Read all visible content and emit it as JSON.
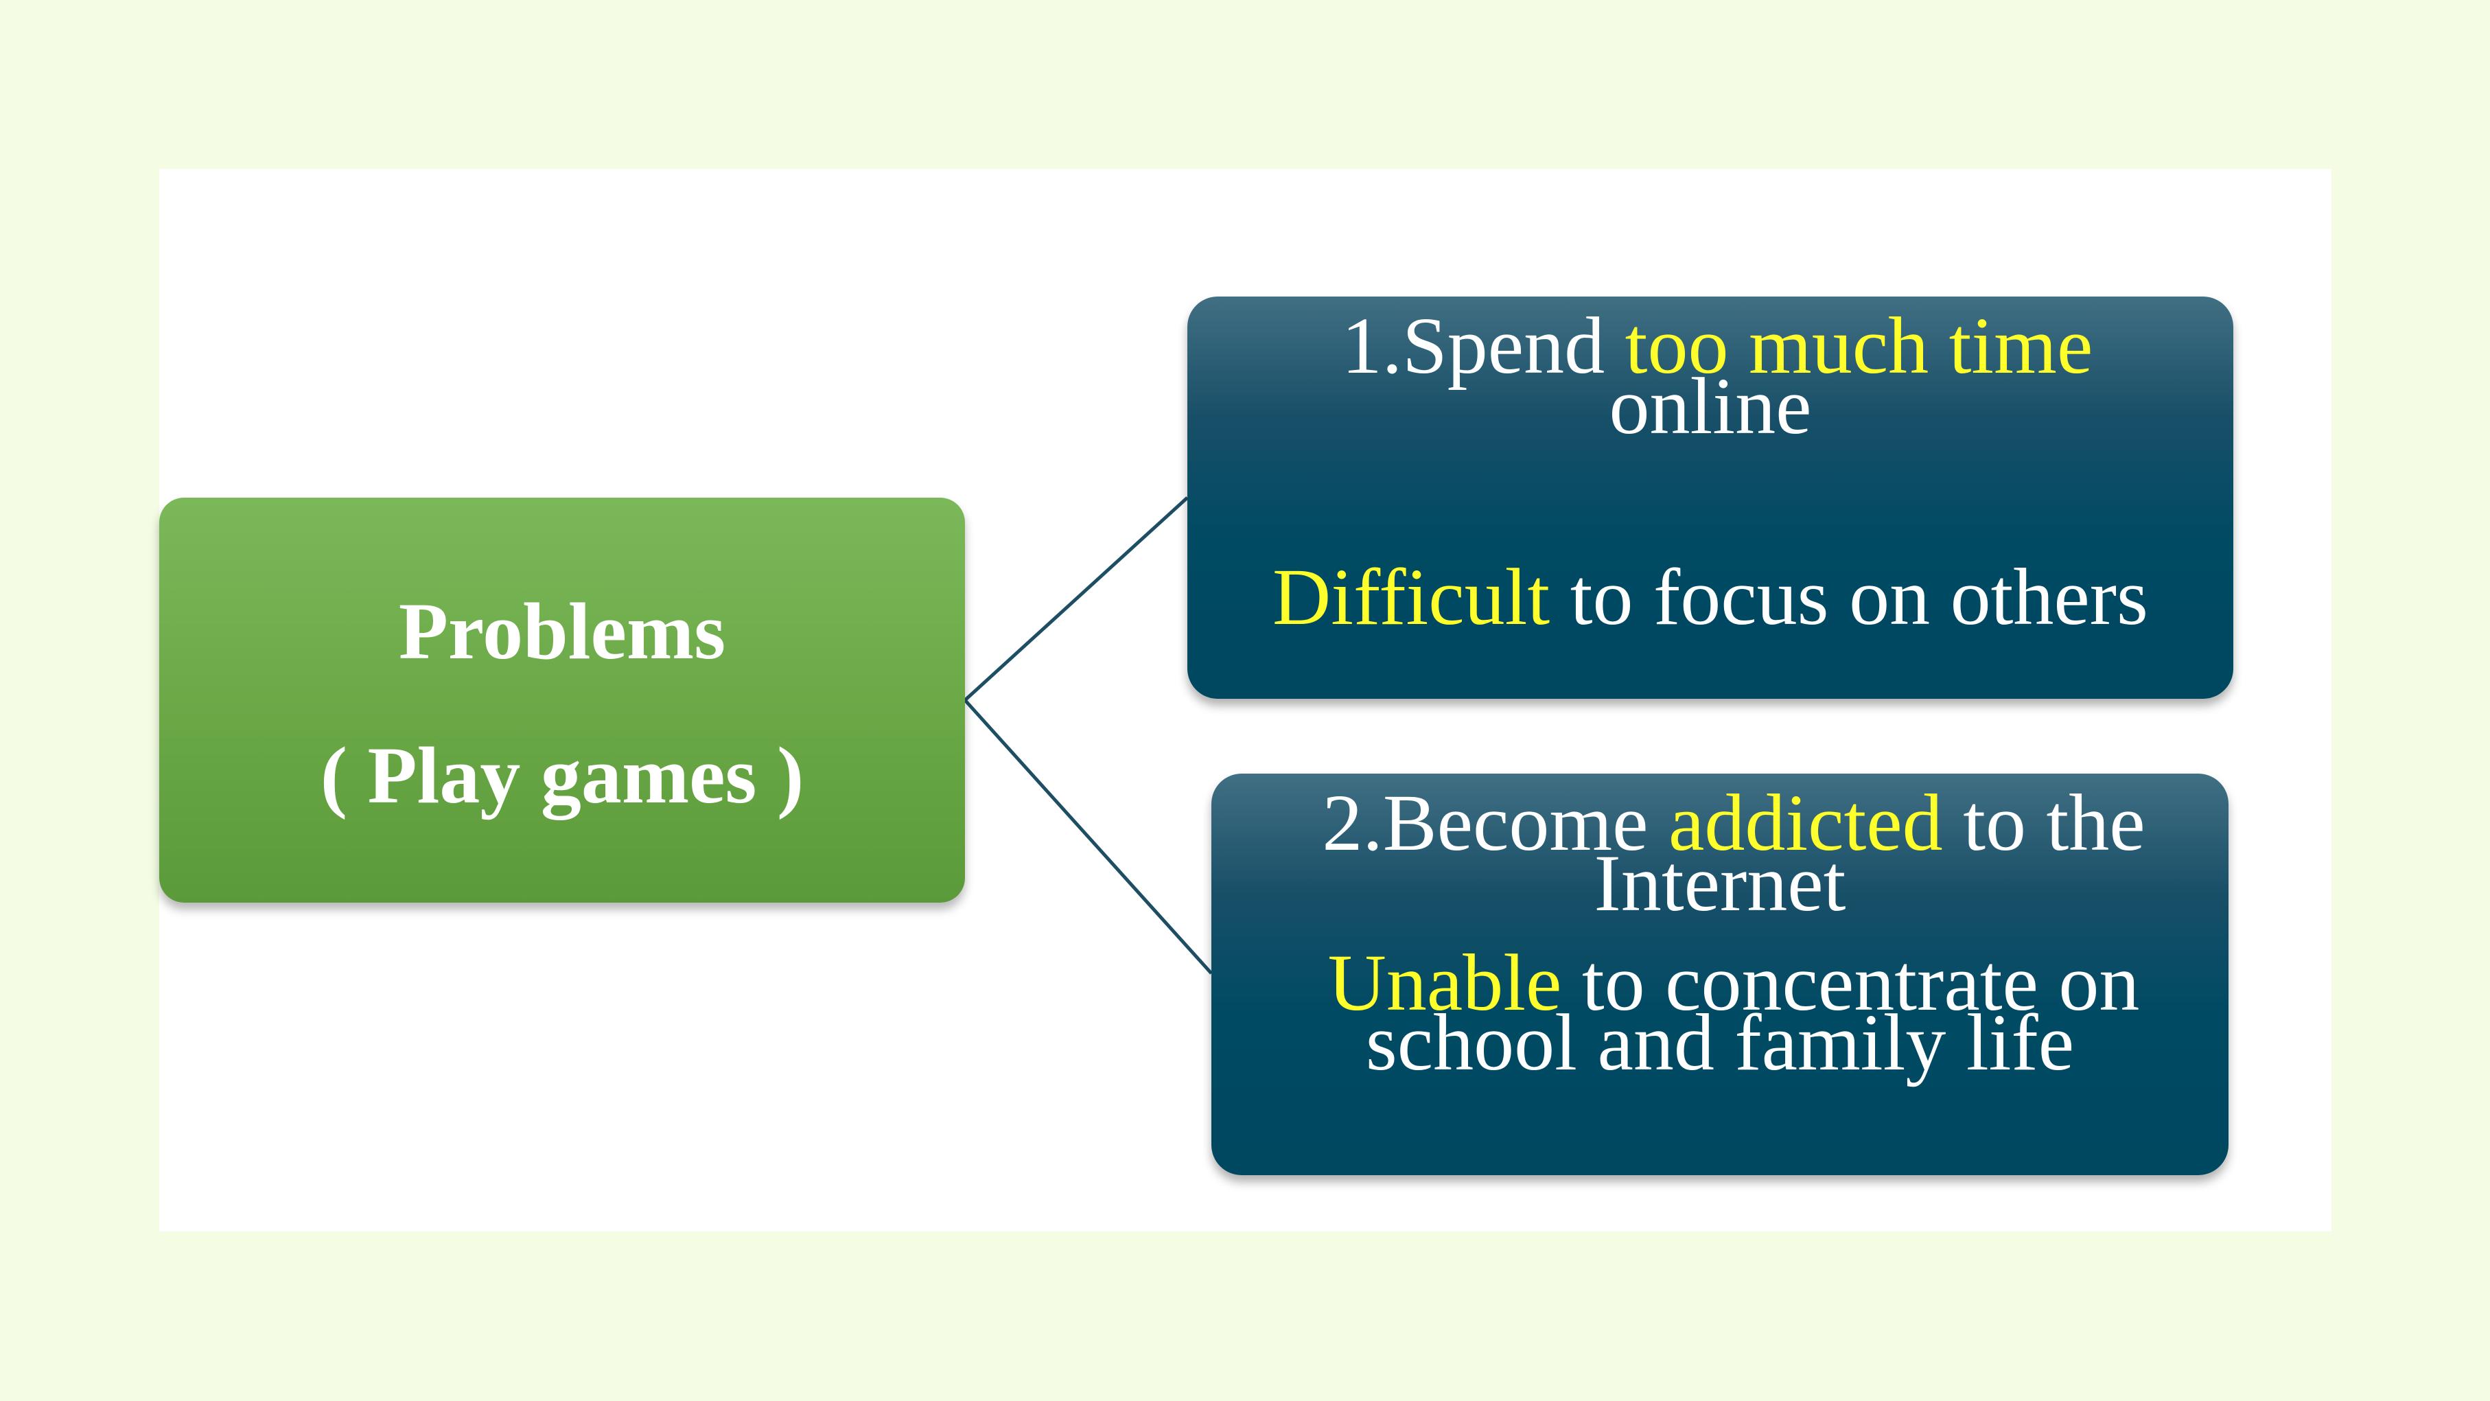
{
  "root": {
    "title": "Problems",
    "subtitle": "( Play games )"
  },
  "node1": {
    "line1_pre": "1.Spend ",
    "line1_highlight": "too much time",
    "line2": "online",
    "effect_highlight": "Difficult",
    "effect_rest": " to focus on others"
  },
  "node2": {
    "line1_pre": "2.Become ",
    "line1_highlight": "addicted",
    "line1_post": " to the",
    "line2": "Internet",
    "effect_highlight": "Unable",
    "effect_rest": " to concentrate on",
    "effect_line2": "school and family life"
  },
  "colors": {
    "background": "#f4fde4",
    "root_fill": "#6aa846",
    "node_fill": "#004a63",
    "highlight": "#ffff2b",
    "connector": "#1d4e64"
  }
}
